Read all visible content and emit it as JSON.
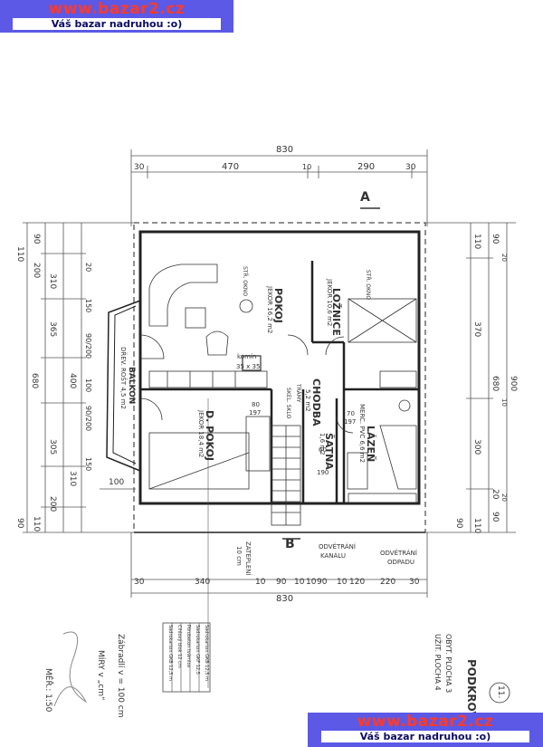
{
  "banners": {
    "top": {
      "url": "www.bazar2.cz",
      "tagline": "Váš bazar nadruhou   :o)"
    },
    "bottom": {
      "url": "www.bazar2.cz",
      "tagline": "Váš bazar nadruhou   :o)"
    }
  },
  "dimensions": {
    "top_total": "830",
    "top_segments": [
      "30",
      "470",
      "10",
      "290",
      "30"
    ],
    "bottom_total": "830",
    "bottom_segments": [
      "30",
      "340",
      "10",
      "90",
      "10",
      "10",
      "90",
      "10",
      "120",
      "220",
      "30"
    ],
    "left_outer": [
      "110",
      "90",
      "200",
      "310",
      "365",
      "400",
      "680",
      "305",
      "310",
      "200",
      "110",
      "90"
    ],
    "left_inner": [
      "20",
      "150",
      "90/200",
      "100",
      "90/200",
      "150"
    ],
    "right_outer": [
      "110",
      "90",
      "370",
      "680",
      "900",
      "300",
      "20",
      "90",
      "110",
      "90"
    ],
    "right_inner": [
      "20",
      "10",
      "20"
    ],
    "balcony_depth": "100"
  },
  "rooms": {
    "pokoj": {
      "name": "POKOJ",
      "area": "JEKOR 16,2 m2"
    },
    "loznice": {
      "name": "LOŽNICE",
      "area": "JEKOR 10,6 m2"
    },
    "d_pokoj": {
      "name": "D. POKOJ",
      "area": "JEKOR 18,4 m2"
    },
    "chodba": {
      "name": "CHODBA",
      "area": "5,2 m2"
    },
    "satna": {
      "name": "ŠATNA",
      "area": "1,6 m2"
    },
    "lazen": {
      "name": "LÁZEŇ",
      "area": "MERC. PVC 6,6 m2"
    },
    "balkon": {
      "name": "BALKON",
      "area": "DŘEV. ROŠT 4,5 m2"
    }
  },
  "labels": {
    "komin": "komín",
    "komin_size": "35 x 35",
    "door_80": "80",
    "door_197a": "197",
    "door_70": "70",
    "door_197b": "197",
    "door_60": "60",
    "door_190": "190",
    "schody": "TRÁMY",
    "sklo": "SKEL. SKLO",
    "odvetrani": "ODVĚTRÁNÍ",
    "odpadu": "ODPADU",
    "odvetrani2": "ODVĚTRÁNÍ",
    "kanal": "KANÁLU",
    "zateplani": "ZATEPLENÍ",
    "zateplani2": "10 cm",
    "okno1": "STŘ. OKNO",
    "okno2": "STŘ. OKNO",
    "section_a": "A",
    "section_b": "B"
  },
  "notes": {
    "scale": "MĚŘ.: 1:50",
    "units": "MÍRY v „cm“",
    "zabradli": "Zábradlí v = 100 cm",
    "title": "PODKROVÍ",
    "obyt": "OBYT. PLOCHA 3",
    "uzit": "UŽIT. PLOCHA 4",
    "sheet_no": "11."
  },
  "legend_rows": [
    "Sádrokarton GKB 12,5 m",
    "Cihlový blok 12 cm",
    "Pórobeton tvárnice",
    "Sádrokarton GKF 12,5",
    "Sádrokarton GKB 12,5 m"
  ]
}
